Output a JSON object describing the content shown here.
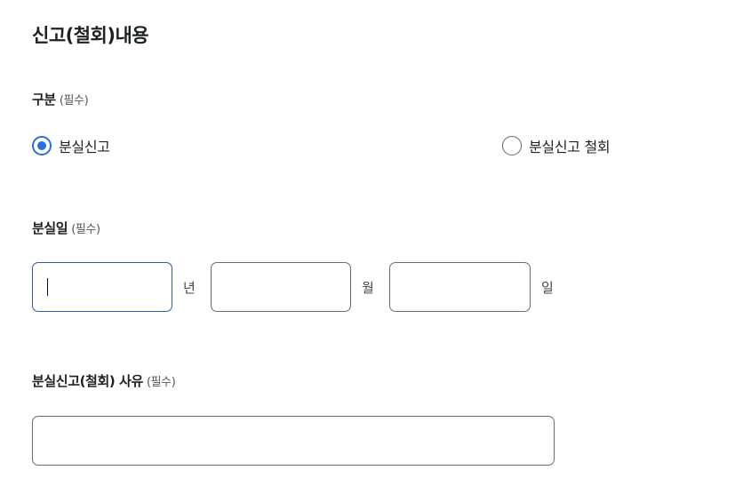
{
  "title": "신고(철회)내용",
  "category": {
    "label": "구분",
    "required": "(필수)",
    "options": [
      {
        "label": "분실신고",
        "checked": true
      },
      {
        "label": "분실신고 철회",
        "checked": false
      }
    ]
  },
  "lost_date": {
    "label": "분실일",
    "required": "(필수)",
    "year": {
      "value": "",
      "unit": "년"
    },
    "month": {
      "value": "",
      "unit": "월"
    },
    "day": {
      "value": "",
      "unit": "일"
    }
  },
  "reason": {
    "label": "분실신고(철회) 사유",
    "required": "(필수)",
    "value": ""
  },
  "colors": {
    "accent": "#2a6fe0",
    "focus_border": "#2b5ea7",
    "border": "#6e6e6e"
  }
}
